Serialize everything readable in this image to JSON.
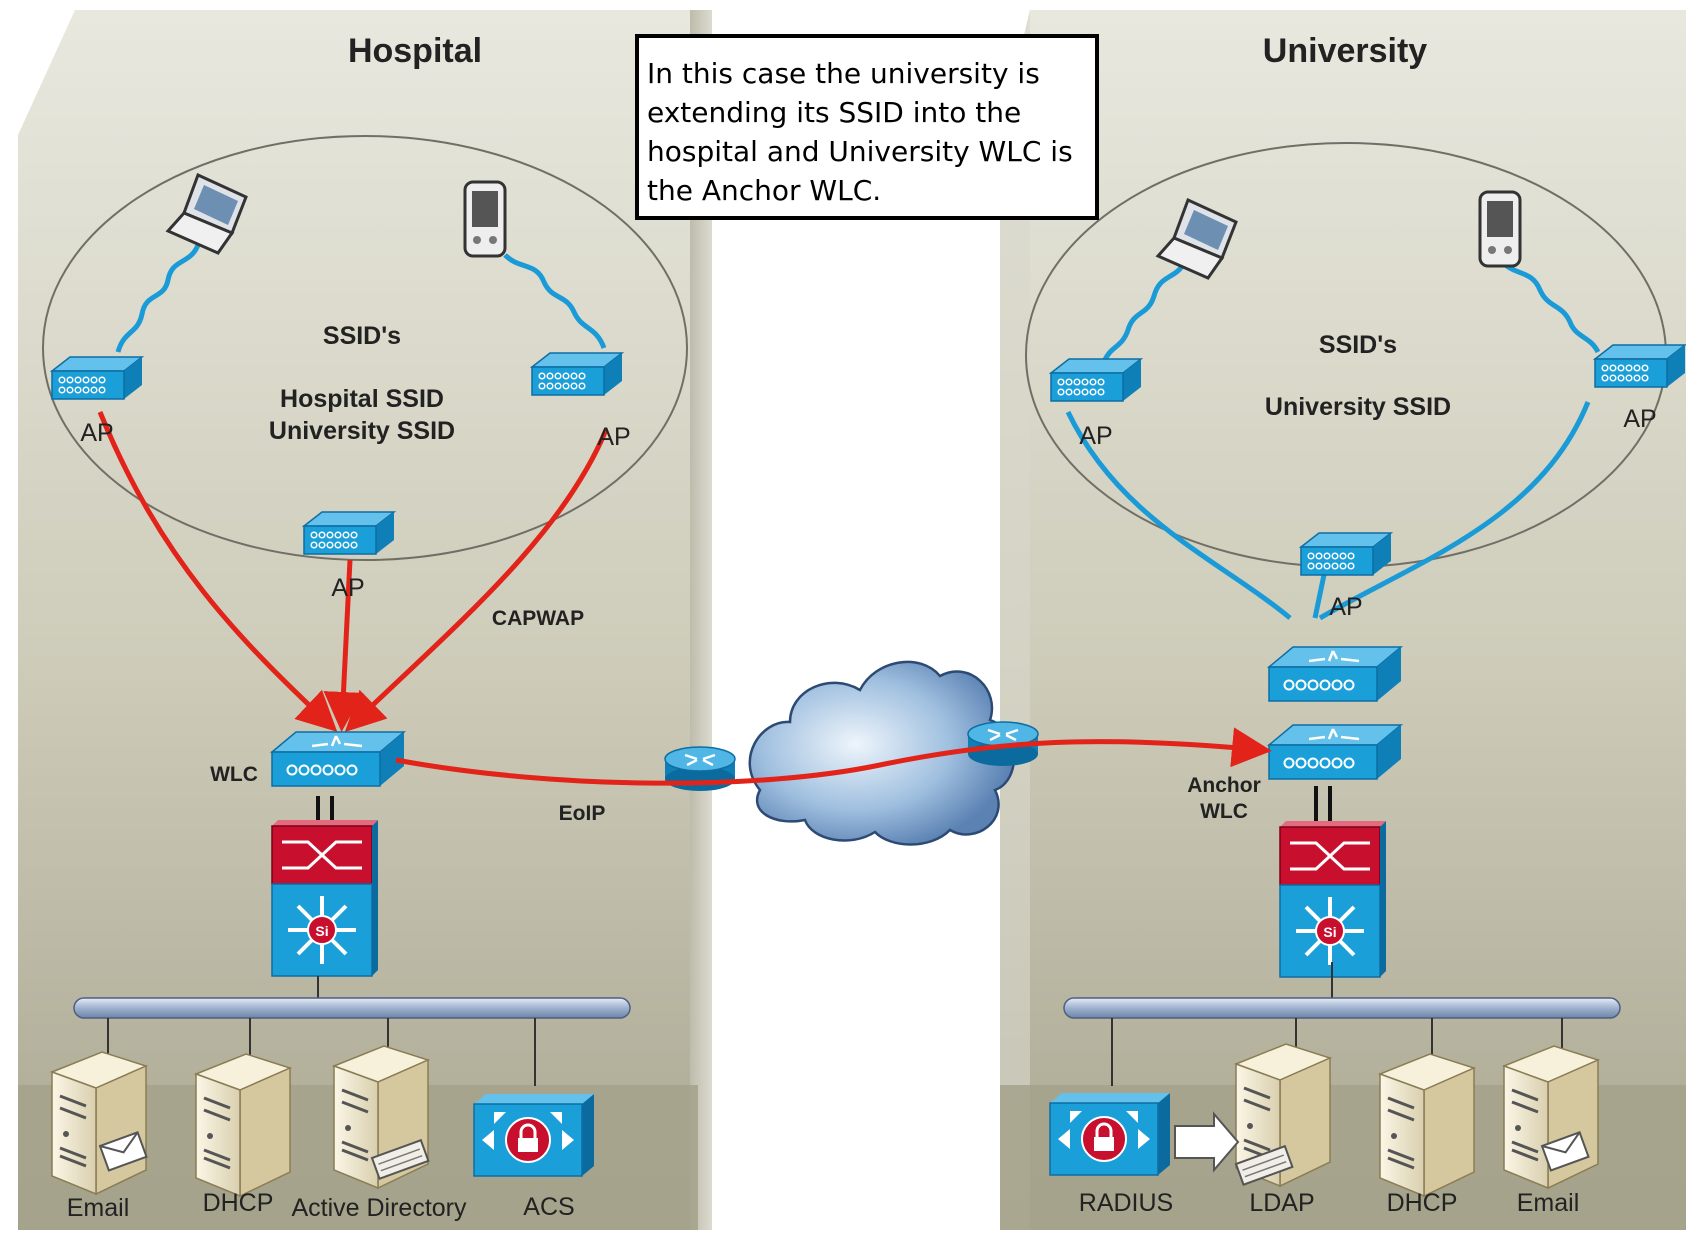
{
  "hospital": {
    "title": "Hospital",
    "ssid_heading": "SSID's",
    "ssid_1": "Hospital SSID",
    "ssid_2": "University SSID",
    "ap_label": "AP",
    "capwap_label": "CAPWAP",
    "wlc_label": "WLC",
    "eoip_label": "EoIP",
    "servers": [
      "Email",
      "DHCP",
      "Active Directory",
      "ACS"
    ]
  },
  "university": {
    "title": "University",
    "ssid_heading": "SSID's",
    "ssid_1": "University SSID",
    "ap_label": "AP",
    "anchor_label_1": "Anchor",
    "anchor_label_2": "WLC",
    "servers": [
      "RADIUS",
      "LDAP",
      "DHCP",
      "Email"
    ]
  },
  "note": "In this case the university is extending its SSID into the hospital and University WLC is the Anchor WLC.",
  "colors": {
    "panel": "#c9c8b6",
    "tunnel_red": "#e2231a",
    "wireless_blue": "#1a9bd7",
    "device_blue": "#1b9fd8",
    "switch_red": "#c8102e"
  }
}
